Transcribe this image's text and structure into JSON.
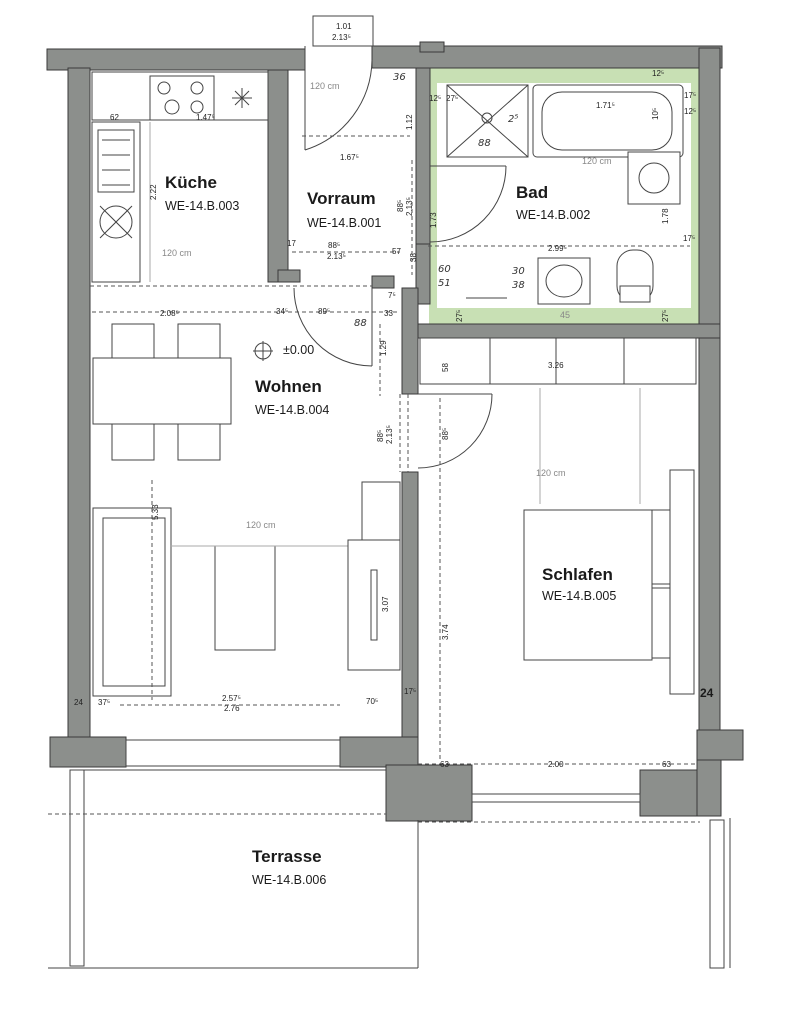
{
  "rooms": {
    "kueche": {
      "name": "Küche",
      "code": "WE-14.B.003"
    },
    "vorraum": {
      "name": "Vorraum",
      "code": "WE-14.B.001"
    },
    "bad": {
      "name": "Bad",
      "code": "WE-14.B.002"
    },
    "wohnen": {
      "name": "Wohnen",
      "code": "WE-14.B.004"
    },
    "schlafen": {
      "name": "Schlafen",
      "code": "WE-14.B.005"
    },
    "terrasse": {
      "name": "Terrasse",
      "code": "WE-14.B.006"
    }
  },
  "level_marker": "±0.00",
  "labels": {
    "entry_top": "1.01",
    "entry_bottom": "2.13⁵",
    "wall_left": "24",
    "wall_right": "24",
    "h120_vorraum": "120 cm",
    "h120_kueche": "120 cm",
    "h120_bad": "120 cm",
    "h120_wohnen": "120 cm",
    "h120_schlafen": "120 cm",
    "d_167": "1.67⁵",
    "d_36": "36",
    "d_112": "1.12",
    "d_62": "62",
    "d_147": "1.47⁵",
    "d_222": "2.22",
    "d_17a": "17",
    "d_88a": "88⁵",
    "d_213a": "2.13⁵",
    "d_57": "57",
    "d_38": "38",
    "d_88b": "88⁵",
    "d_213b": "2.13⁵",
    "d_173": "1.73",
    "d_12a": "12⁵",
    "d_27a": "27⁵",
    "d_171": "1.71⁵",
    "d_12b": "12⁵",
    "d_12c": "12⁵",
    "d_17b": "17⁵",
    "d_105": "10⁵",
    "d_299": "2.99⁵",
    "d_178": "1.78",
    "d_17c": "17⁵",
    "d_27b": "27⁵",
    "d_45": "45",
    "d_27c": "27⁵",
    "d_208": "2.08⁵",
    "d_34": "34⁵",
    "d_89": "89⁵",
    "d_33": "33",
    "d_129": "1.29",
    "d_7": "7⁵",
    "d_88c": "88⁵",
    "d_213c": "2.13⁵",
    "d_883": "88⁵",
    "d_326": "3.26",
    "d_58": "58",
    "d_533": "5.33",
    "d_307": "3.07",
    "d_374": "3.74",
    "d_37": "37⁵",
    "d_257": "2.57⁵",
    "d_276": "2.76",
    "d_70": "70⁵",
    "d_17d": "17⁵",
    "d_63a": "63",
    "d_200": "2.00",
    "d_63b": "63"
  },
  "handwritten": {
    "h_2p": "2⁵",
    "h_88a": "88",
    "h_88b": "88",
    "h_30": "30",
    "h_38": "38",
    "h_60": "60",
    "h_51": "51"
  }
}
